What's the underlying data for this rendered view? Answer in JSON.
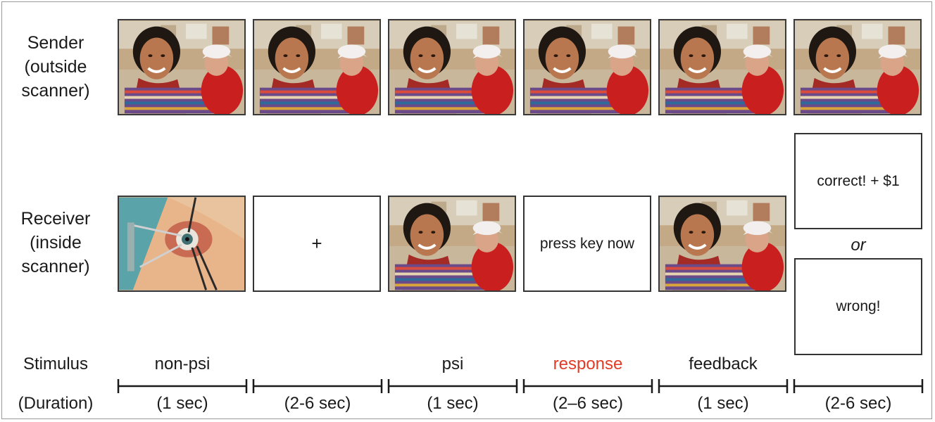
{
  "rows": {
    "sender_label": [
      "Sender",
      "(outside",
      "scanner)"
    ],
    "receiver_label": [
      "Receiver",
      "(inside",
      "scanner)"
    ]
  },
  "receiver_text": {
    "fixation": "+",
    "press": "press key now",
    "correct": "correct! + $1",
    "or": "or",
    "wrong": "wrong!"
  },
  "timeline": {
    "stimulus_label": "Stimulus",
    "duration_label": "(Duration)",
    "phases": [
      {
        "stimulus": "non-psi",
        "duration": "(1 sec)"
      },
      {
        "stimulus": "",
        "duration": "(2-6 sec)"
      },
      {
        "stimulus": "psi",
        "duration": "(1 sec)"
      },
      {
        "stimulus": "response",
        "duration": "(2–6 sec)"
      },
      {
        "stimulus": "feedback",
        "duration": "(1 sec)"
      },
      {
        "stimulus": "",
        "duration": "(2-6 sec)"
      }
    ]
  },
  "colors": {
    "response_highlight": "#e23b26",
    "box_border": "#333333"
  }
}
